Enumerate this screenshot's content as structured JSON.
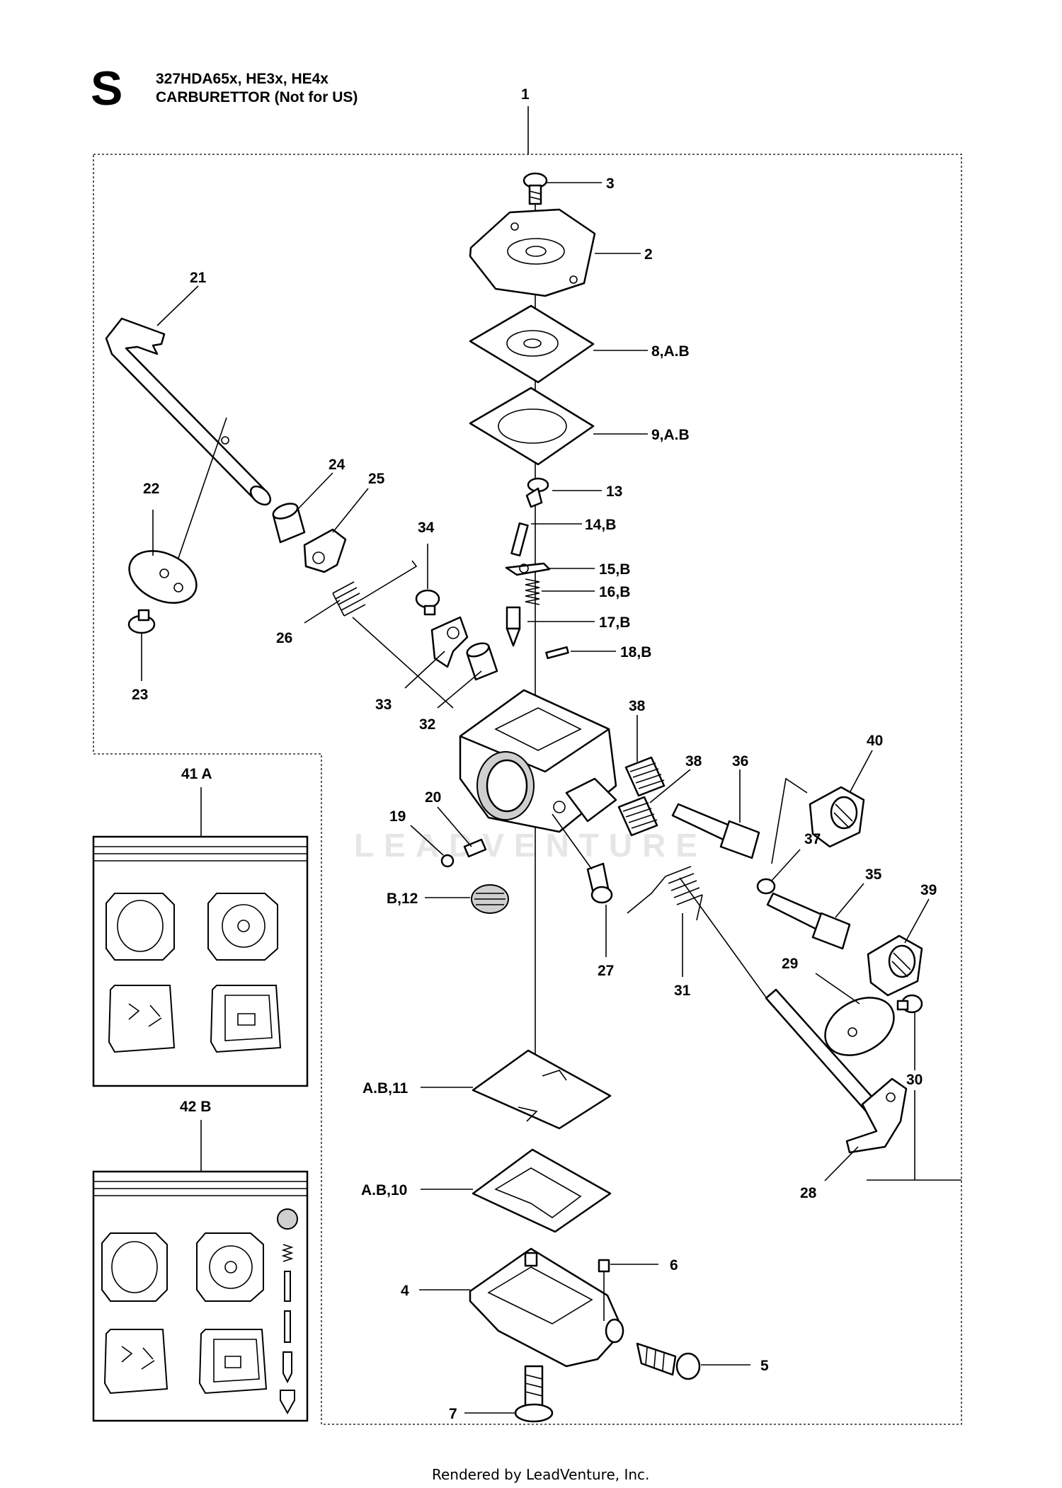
{
  "header": {
    "section_letter": "S",
    "model_line": "327HDA65x, HE3x, HE4x",
    "title_line": "CARBURETTOR (Not for US)"
  },
  "callouts": [
    {
      "id": "c1",
      "text": "1"
    },
    {
      "id": "c3",
      "text": "3"
    },
    {
      "id": "c2",
      "text": "2"
    },
    {
      "id": "c8",
      "text": "8,A.B"
    },
    {
      "id": "c9",
      "text": "9,A.B"
    },
    {
      "id": "c21",
      "text": "21"
    },
    {
      "id": "c13",
      "text": "13"
    },
    {
      "id": "c14",
      "text": "14,B"
    },
    {
      "id": "c15",
      "text": "15,B"
    },
    {
      "id": "c16",
      "text": "16,B"
    },
    {
      "id": "c17",
      "text": "17,B"
    },
    {
      "id": "c18",
      "text": "18,B"
    },
    {
      "id": "c24",
      "text": "24"
    },
    {
      "id": "c25",
      "text": "25"
    },
    {
      "id": "c22",
      "text": "22"
    },
    {
      "id": "c34",
      "text": "34"
    },
    {
      "id": "c26",
      "text": "26"
    },
    {
      "id": "c23",
      "text": "23"
    },
    {
      "id": "c33",
      "text": "33"
    },
    {
      "id": "c32",
      "text": "32"
    },
    {
      "id": "c38a",
      "text": "38"
    },
    {
      "id": "c40",
      "text": "40"
    },
    {
      "id": "c38b",
      "text": "38"
    },
    {
      "id": "c36",
      "text": "36"
    },
    {
      "id": "c20",
      "text": "20"
    },
    {
      "id": "c19",
      "text": "19"
    },
    {
      "id": "c37",
      "text": "37"
    },
    {
      "id": "c35",
      "text": "35"
    },
    {
      "id": "cb12",
      "text": "B,12"
    },
    {
      "id": "c39",
      "text": "39"
    },
    {
      "id": "c27",
      "text": "27"
    },
    {
      "id": "c31",
      "text": "31"
    },
    {
      "id": "c29",
      "text": "29"
    },
    {
      "id": "c30",
      "text": "30"
    },
    {
      "id": "c11",
      "text": "A.B,11"
    },
    {
      "id": "c10",
      "text": "A.B,10"
    },
    {
      "id": "c28",
      "text": "28"
    },
    {
      "id": "c6",
      "text": "6"
    },
    {
      "id": "c4",
      "text": "4"
    },
    {
      "id": "c5",
      "text": "5"
    },
    {
      "id": "c7",
      "text": "7"
    }
  ],
  "kits": {
    "kit_a": "41 A",
    "kit_b": "42 B"
  },
  "watermark": "LEADVENTURE",
  "footer": "Rendered by LeadVenture, Inc."
}
